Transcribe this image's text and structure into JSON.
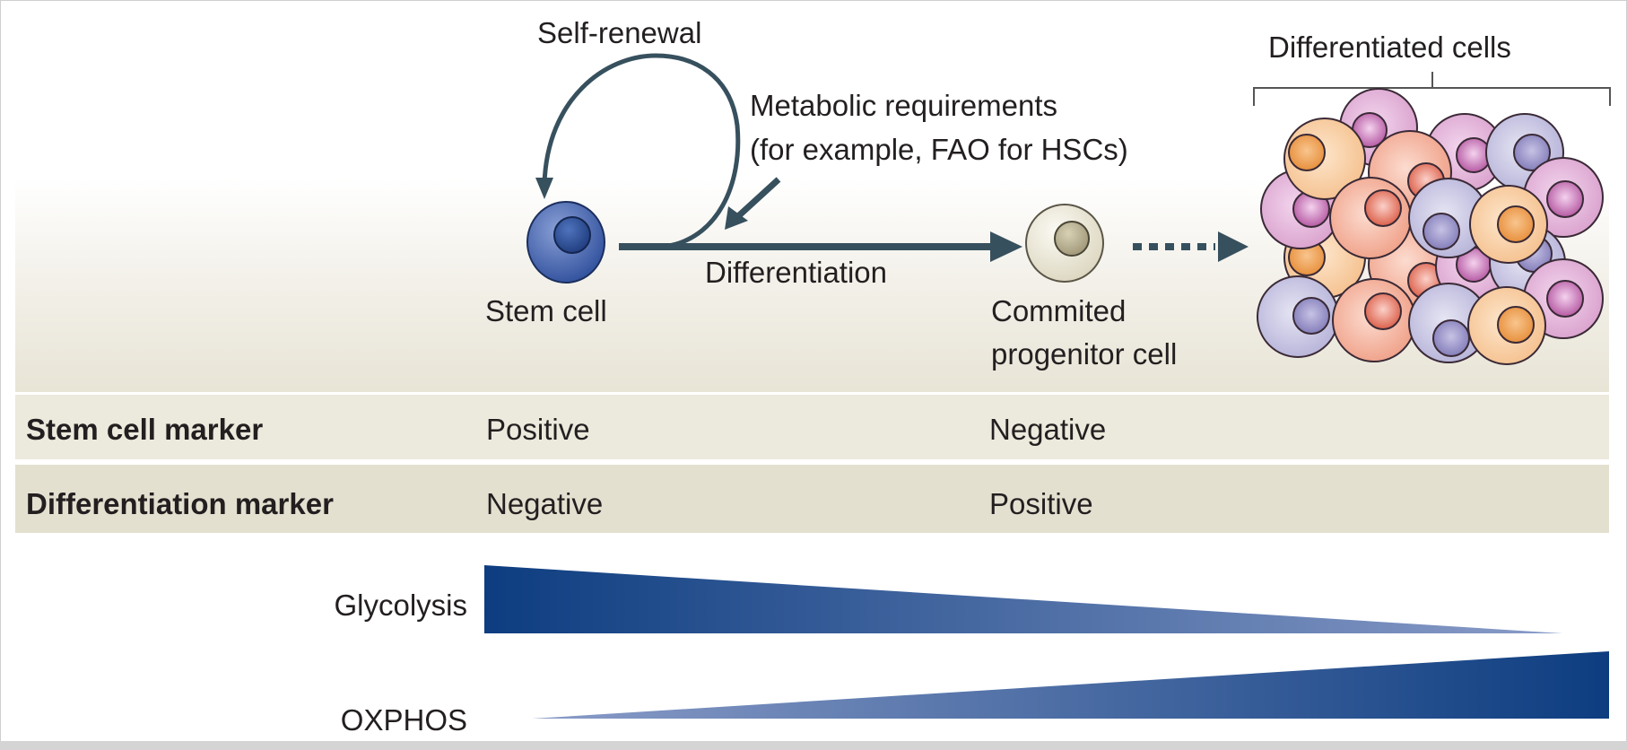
{
  "diagram": {
    "self_renewal": "Self-renewal",
    "metabolic_line1": "Metabolic requirements",
    "metabolic_line2": "(for example, FAO for HSCs)",
    "differentiation": "Differentiation",
    "stem_cell": "Stem cell",
    "progenitor_line1": "Commited",
    "progenitor_line2": "progenitor cell",
    "differentiated_cells": "Differentiated cells"
  },
  "table": {
    "rows": [
      {
        "label": "Stem cell marker",
        "stem": "Positive",
        "progenitor": "Negative"
      },
      {
        "label": "Differentiation marker",
        "stem": "Negative",
        "progenitor": "Positive"
      }
    ]
  },
  "gradients": {
    "glycolysis": "Glycolysis",
    "oxphos": "OXPHOS"
  },
  "colors": {
    "arrow": "#37505e",
    "stem_cell": "#3f5ea8",
    "triangle_dark": "#0d3d80",
    "triangle_light": "#8a9cc8"
  }
}
